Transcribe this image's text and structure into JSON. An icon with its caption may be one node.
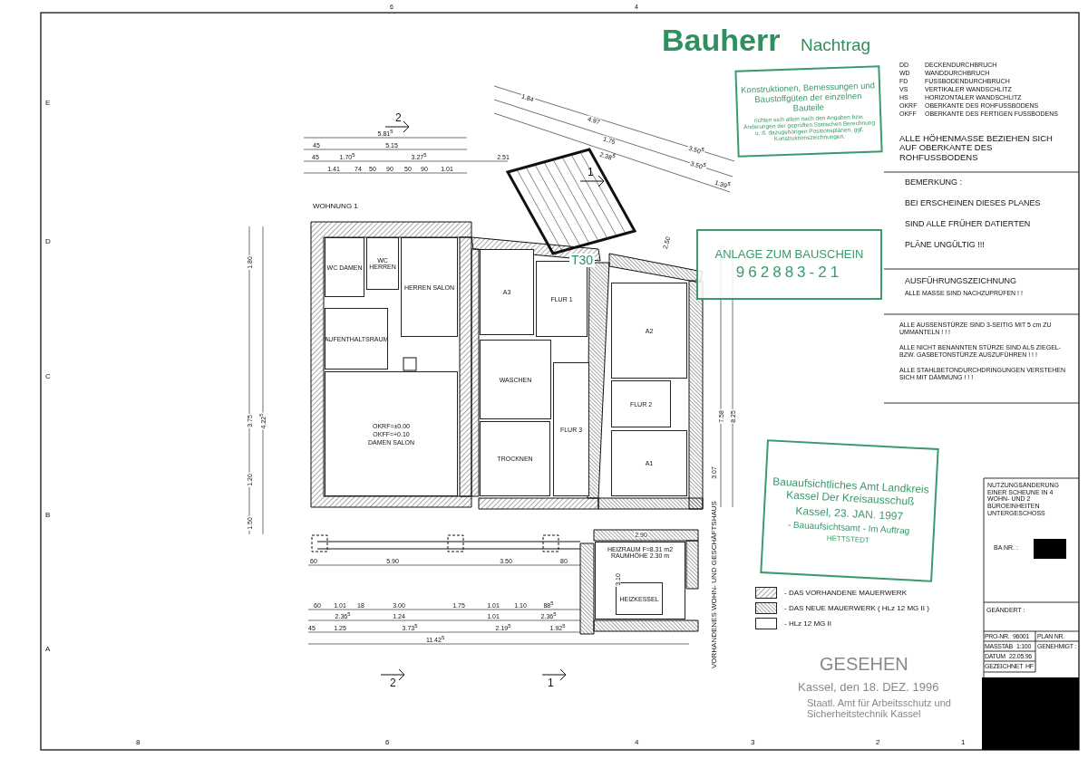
{
  "diagram": {
    "nodes": [
      {
        "text": [
          "Konstruktionen, Bemessungen und Baustoffgüten der einzelnen Bauteile",
          "richten sich allein nach den Angaben bzw. Änderungen der geprüften Statischen Berechnung u. d. dazugehörigen Positionsplänen, ggf. Konstruktionszeichnungen."
        ]
      },
      {
        "text": [
          "ANLAGE ZUM BAUSCHEIN",
          "962883-21"
        ]
      },
      {
        "text": [
          "Bauaufsichtliches Amt Landkreis Kassel Der Kreisausschuß",
          "Kassel, 23. JAN. 1997",
          "- Bauaufsichtsamt - Im Auftrag",
          "HETTSTEDT"
        ]
      },
      {
        "text": [
          "WC DAMEN"
        ]
      },
      {
        "text": [
          "WC HERREN"
        ]
      },
      {
        "text": [
          "HERREN SALON"
        ]
      },
      {
        "text": [
          "AUFENTHALTSRAUM"
        ]
      },
      {
        "text": [
          "OKRF=±0.00",
          "OKFF=+0.10",
          "DAMEN SALON"
        ]
      },
      {
        "text": [
          "A3"
        ]
      },
      {
        "text": [
          "FLUR 1"
        ]
      },
      {
        "text": [
          "WASCHEN"
        ]
      },
      {
        "text": [
          "TROCKNEN"
        ]
      },
      {
        "text": [
          "FLUR 3"
        ]
      },
      {
        "text": [
          "A2"
        ]
      },
      {
        "text": [
          "FLUR 2"
        ]
      },
      {
        "text": [
          "A1"
        ]
      },
      {
        "text": [
          "HEIZRAUM F=8.31 m2 RAUMHÖHE 2.30 m"
        ]
      },
      {
        "text": [
          "HEIZKESSEL"
        ],
        "in": 16
      }
    ],
    "labels": [
      "Bauherr",
      "Nachtrag",
      "DD",
      "DECKENDURCHBRUCH",
      "WD",
      "WANDDURCHBRUCH",
      "FD",
      "FUSSBODENDURCHBRUCH",
      "VS",
      "VERTIKALER WANDSCHLITZ",
      "HS",
      "HORIZONTALER WANDSCHLITZ",
      "OKRF",
      "OBERKANTE DES ROHFUSSBODENS",
      "OKFF",
      "OBERKANTE DES FERTIGEN FUSSBODENS",
      "ALLE HÖHENMASSE BEZIEHEN SICH AUF OBERKANTE DES ROHFUSSBODENS",
      "BEMERKUNG :",
      "BEI ERSCHEINEN DIESES PLANES",
      "SIND ALLE FRÜHER DATIERTEN",
      "PLÄNE UNGÜLTIG !!!",
      "AUSFÜHRUNGSZEICHNUNG",
      "ALLE MASSE SIND NACHZUPRÜFEN ! !",
      "ALLE AUSSENSTÜRZE SIND 3-SEITIG MIT 5 cm ZU UMMANTELN ! ! !",
      "ALLE NICHT BENANNTEN STÜRZE SIND ALS ZIEGEL- BZW. GASBETONSTÜRZE AUSZUFÜHREN ! ! !",
      "ALLE STAHLBETONDURCHDRINGUNGEN VERSTEHEN SICH MIT DÄMMUNG ! ! !",
      "WOHNUNG 1",
      "T30",
      "VORHANDENES WOHN- UND GESCHÄFTSHAUS",
      "2",
      "1",
      "2",
      "1",
      "GESEHEN",
      "Kassel, den 18. DEZ. 1996",
      "Staatl. Amt für Arbeitsschutz und Sicherheitstechnik Kassel",
      "NUTZUNGSÄNDERUNG EINER SCHEUNE IN 4 WOHN- UND 2 BÜROEINHEITEN UNTERGESCHOSS",
      "BA NR. :",
      "GEÄNDERT :",
      "PRO-NR.",
      "96001",
      "PLAN NR.",
      "MASSTAB",
      "1:100",
      "GENEHMIGT :",
      "DATUM",
      "22.05.96",
      "GEZEICHNET",
      "HF",
      "E",
      "D",
      "C",
      "B",
      "A",
      "8",
      "6",
      "4",
      "3",
      "2",
      "1",
      "6",
      "4",
      "5.81$^{5}$",
      "45",
      "5.15",
      "45",
      "1.70$^{5}$",
      "3.27$^{5}$",
      "2.51",
      "1.41",
      "74",
      "50",
      "90",
      "50",
      "90",
      "1.01",
      "1.80",
      "3.75",
      "4.22$^{5}$",
      "1.20",
      "1.50",
      "2.50",
      "7.58",
      "8.25",
      "3.07",
      "1.84",
      "4.97",
      "1.75",
      "2.38$^{5}$",
      "3.50$^{5}$",
      "3.50$^{5}$",
      "1.39$^{5}$",
      "60",
      "5.90",
      "3.50",
      "80",
      "60",
      "1.01",
      "18",
      "3.00",
      "1.75",
      "1.01",
      "1.10",
      "88$^{5}$",
      "2.36$^{5}$",
      "1.24",
      "1.01",
      "2.36$^{5}$",
      "45",
      "1.25",
      "3.73$^{5}$",
      "2.19$^{5}$",
      "1.92$^{5}$",
      "11.42$^{5}$",
      "2.90",
      "3.10"
    ],
    "legend": [
      {
        "text": "- DAS VORHANDENE MAUERWERK"
      },
      {
        "text": "- DAS NEUE MAUERWERK ( HLz 12 MG II )"
      },
      {
        "text": "- HLz 12 MG II"
      }
    ]
  }
}
